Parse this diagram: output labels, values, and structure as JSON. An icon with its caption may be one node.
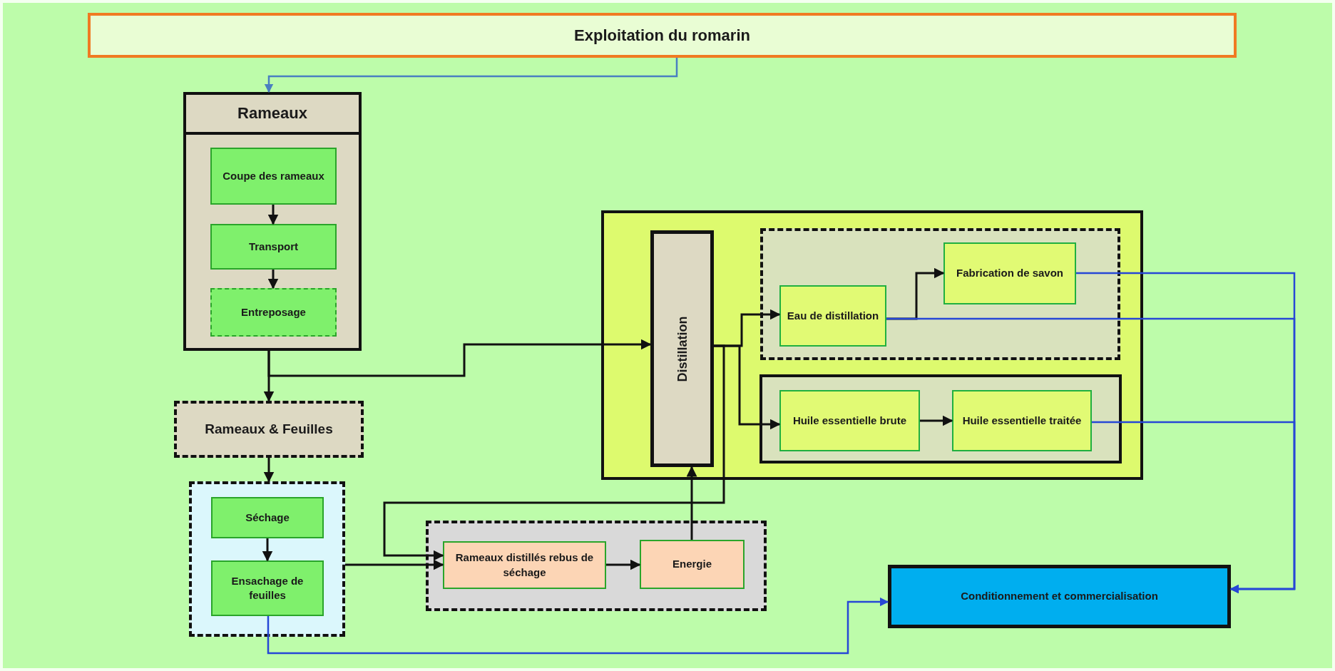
{
  "diagram": {
    "nodes": [
      {
        "text": [
          "Exploitation du romarin"
        ]
      },
      {
        "text": [
          "Rameaux"
        ]
      },
      {
        "text": [
          "Coupe des rameaux"
        ],
        "in": 1
      },
      {
        "text": [
          "Transport"
        ],
        "in": 1
      },
      {
        "text": [
          "Entreposage"
        ],
        "in": 1
      },
      {
        "text": [
          "Rameaux & Feuilles"
        ]
      },
      {
        "text": [],
        "shape": "box"
      },
      {
        "text": [
          "Séchage"
        ],
        "in": 6
      },
      {
        "text": [
          "Ensachage de feuilles"
        ],
        "in": 6
      },
      {
        "text": [],
        "shape": "box"
      },
      {
        "text": [
          "Rameaux distillés rebus de séchage"
        ],
        "in": 9
      },
      {
        "text": [
          "Energie"
        ],
        "in": 9
      },
      {
        "text": [],
        "shape": "box"
      },
      {
        "text": [
          "Distillation"
        ],
        "in": 12
      },
      {
        "text": [],
        "shape": "box",
        "in": 12
      },
      {
        "text": [
          "Eau de distillation"
        ],
        "in": 14
      },
      {
        "text": [
          "Fabrication de savon"
        ],
        "in": 14
      },
      {
        "text": [],
        "shape": "box",
        "in": 12
      },
      {
        "text": [
          "Huile essentielle brute"
        ],
        "in": 17
      },
      {
        "text": [
          "Huile essentielle traitée"
        ],
        "in": 17
      },
      {
        "text": [
          "Conditionnement et commercialisation"
        ]
      }
    ],
    "edges": [
      {
        "from": 0,
        "to": 1,
        "arrow": "to",
        "color": "#4a7fc1"
      },
      {
        "from": 2,
        "to": 3,
        "arrow": "to"
      },
      {
        "from": 3,
        "to": 4,
        "arrow": "to"
      },
      {
        "from": 1,
        "to": 5,
        "arrow": "to"
      },
      {
        "from": 1,
        "to": 13,
        "arrow": "to"
      },
      {
        "from": 5,
        "to": 6,
        "arrow": "to"
      },
      {
        "from": 7,
        "to": 8,
        "arrow": "to"
      },
      {
        "from": 6,
        "to": 10,
        "arrow": "to"
      },
      {
        "from": 13,
        "to": 10,
        "arrow": "to"
      },
      {
        "from": 10,
        "to": 11,
        "arrow": "to"
      },
      {
        "from": 11,
        "to": 13,
        "arrow": "to"
      },
      {
        "from": 13,
        "to": 15,
        "arrow": "to"
      },
      {
        "from": 13,
        "to": 18,
        "arrow": "to"
      },
      {
        "from": 15,
        "to": 16,
        "arrow": "to"
      },
      {
        "from": 18,
        "to": 19,
        "arrow": "to"
      },
      {
        "from": 16,
        "to": 20,
        "arrow": "to",
        "color": "#2747d6"
      },
      {
        "from": 15,
        "to": 20,
        "arrow": "to",
        "color": "#2747d6"
      },
      {
        "from": 19,
        "to": 20,
        "arrow": "to",
        "color": "#2747d6"
      },
      {
        "from": 8,
        "to": 20,
        "arrow": "to",
        "color": "#2747d6"
      }
    ]
  }
}
